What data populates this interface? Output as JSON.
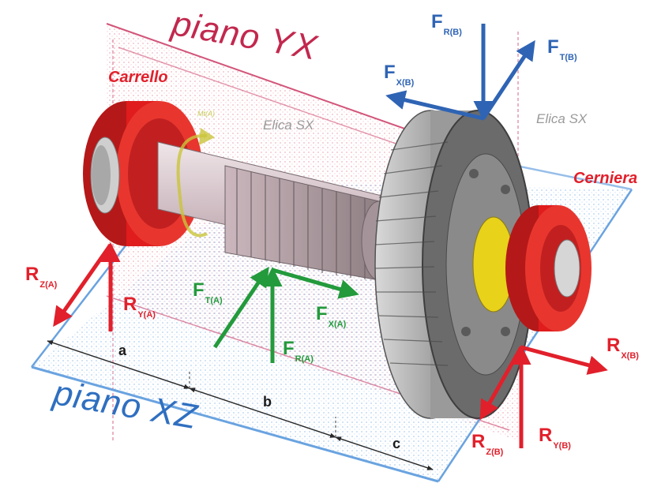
{
  "planes": {
    "yx": "piano YX",
    "xz": "piano XZ"
  },
  "supports": {
    "a": "Carrello",
    "b": "Cerniera"
  },
  "helix": {
    "left": "Elica SX",
    "right": "Elica SX"
  },
  "torque_label": "Mt(A)",
  "forces": {
    "fr_b": {
      "main": "F",
      "sub": "R(B)"
    },
    "ft_b": {
      "main": "F",
      "sub": "T(B)"
    },
    "fx_b": {
      "main": "F",
      "sub": "X(B)"
    },
    "ft_a": {
      "main": "F",
      "sub": "T(A)"
    },
    "fx_a": {
      "main": "F",
      "sub": "X(A)"
    },
    "fr_a": {
      "main": "F",
      "sub": "R(A)"
    }
  },
  "reactions": {
    "rz_a": {
      "main": "R",
      "sub": "Z(A)"
    },
    "ry_a": {
      "main": "R",
      "sub": "Y(A)"
    },
    "rx_b": {
      "main": "R",
      "sub": "X(B)"
    },
    "rz_b": {
      "main": "R",
      "sub": "Z(B)"
    },
    "ry_b": {
      "main": "R",
      "sub": "Y(B)"
    }
  },
  "dimensions": {
    "a": "a",
    "b": "b",
    "c": "c"
  },
  "colors": {
    "plane_yx": "#c2284e",
    "plane_xz": "#2f6fc0",
    "reaction": "#e1202b",
    "gear_force": "#2f64b4",
    "pinion_force": "#239a3c",
    "bearing": "#e01c1c",
    "shaft": "#c9b8bd",
    "gear": "#8f8f8f",
    "core": "#e8d21a"
  }
}
